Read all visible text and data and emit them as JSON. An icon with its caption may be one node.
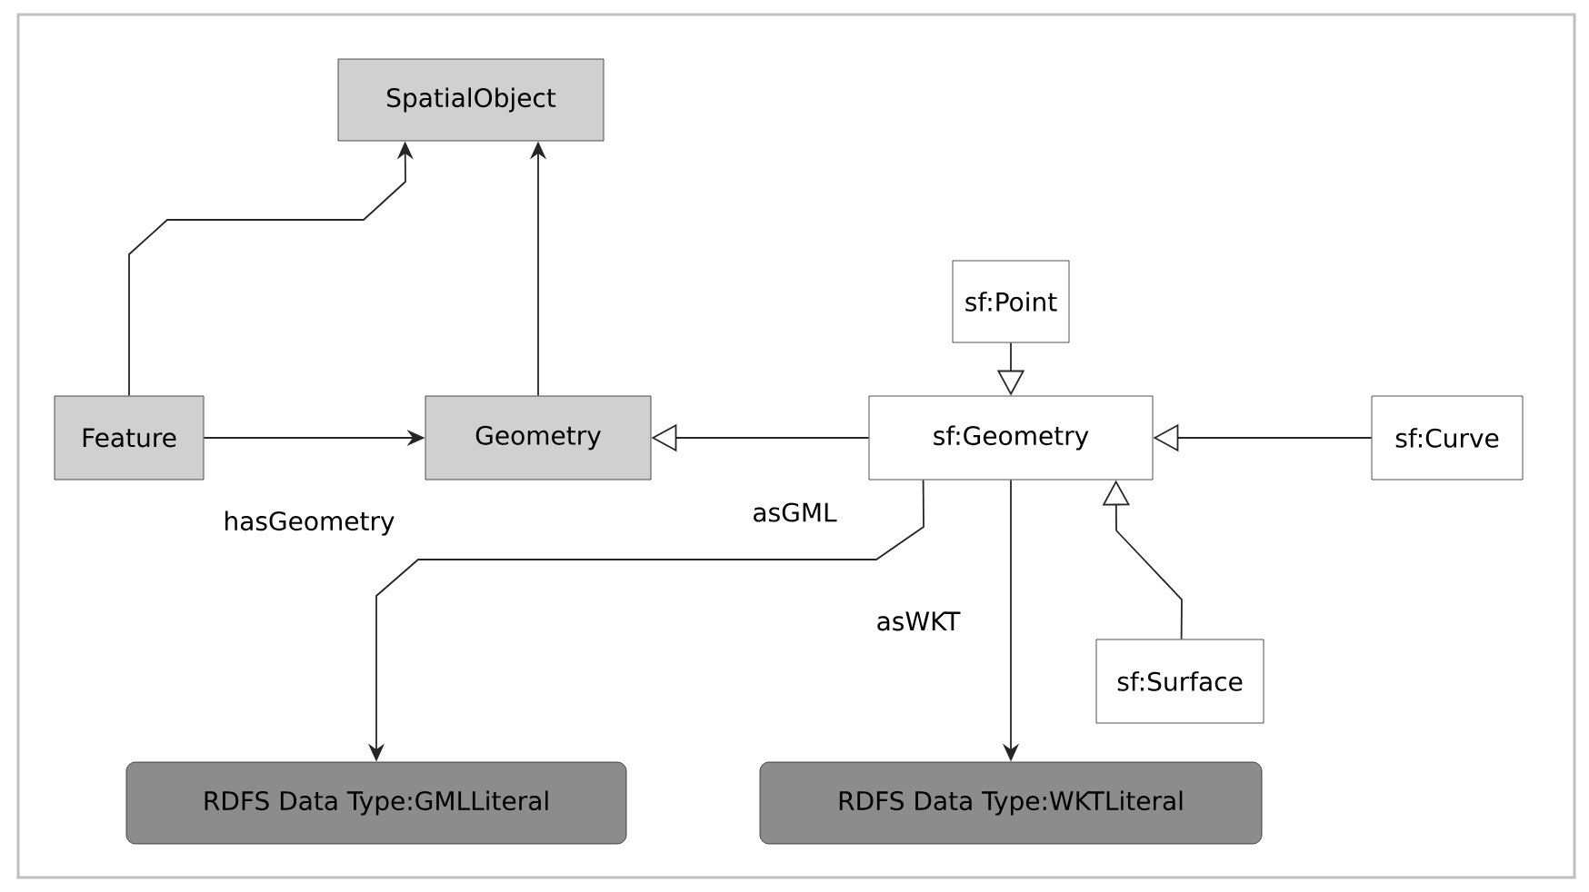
{
  "diagram": {
    "nodes": [
      {
        "text": [
          "SpatialObject"
        ]
      },
      {
        "text": [
          "Feature"
        ]
      },
      {
        "text": [
          "Geometry"
        ]
      },
      {
        "text": [
          "sf:Point"
        ]
      },
      {
        "text": [
          "sf:Geometry"
        ]
      },
      {
        "text": [
          "sf:Curve"
        ]
      },
      {
        "text": [
          "sf:Surface"
        ]
      },
      {
        "text": [
          "RDFS Data Type:GMLLiteral"
        ]
      },
      {
        "text": [
          "RDFS Data Type:WKTLiteral"
        ]
      }
    ],
    "edges": [
      {
        "from": 1,
        "to": 0,
        "arrow": "to"
      },
      {
        "from": 2,
        "to": 0,
        "arrow": "to"
      },
      {
        "from": 1,
        "to": 2,
        "arrow": "to",
        "label": "hasGeometry"
      },
      {
        "from": 4,
        "to": 2,
        "arrow": "to"
      },
      {
        "from": 3,
        "to": 4,
        "arrow": "to"
      },
      {
        "from": 5,
        "to": 4,
        "arrow": "to"
      },
      {
        "from": 6,
        "to": 4,
        "arrow": "to"
      },
      {
        "from": 4,
        "to": 7,
        "arrow": "to",
        "label": "asGML"
      },
      {
        "from": 4,
        "to": 8,
        "arrow": "to",
        "label": "asWKT"
      }
    ]
  }
}
